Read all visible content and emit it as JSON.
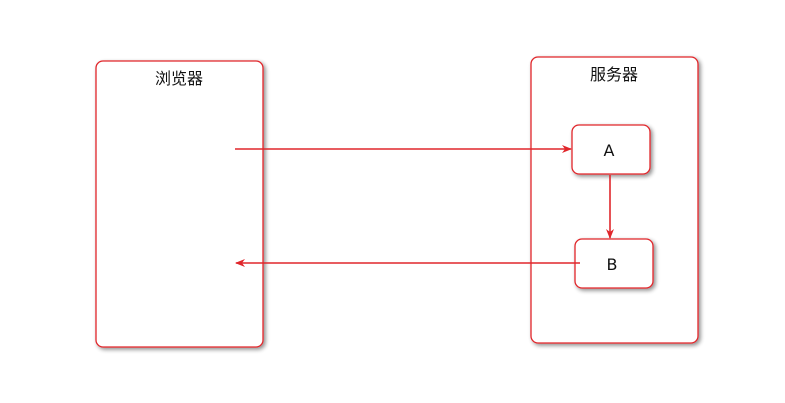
{
  "diagram": {
    "containers": {
      "browser": {
        "title": "浏览器"
      },
      "server": {
        "title": "服务器"
      }
    },
    "nodes": {
      "a": {
        "label": "A"
      },
      "b": {
        "label": "B"
      }
    },
    "colors": {
      "stroke": "#e0262b",
      "fill": "#ffffff",
      "shadow": "#9a9a9a",
      "text": "#111111"
    }
  }
}
